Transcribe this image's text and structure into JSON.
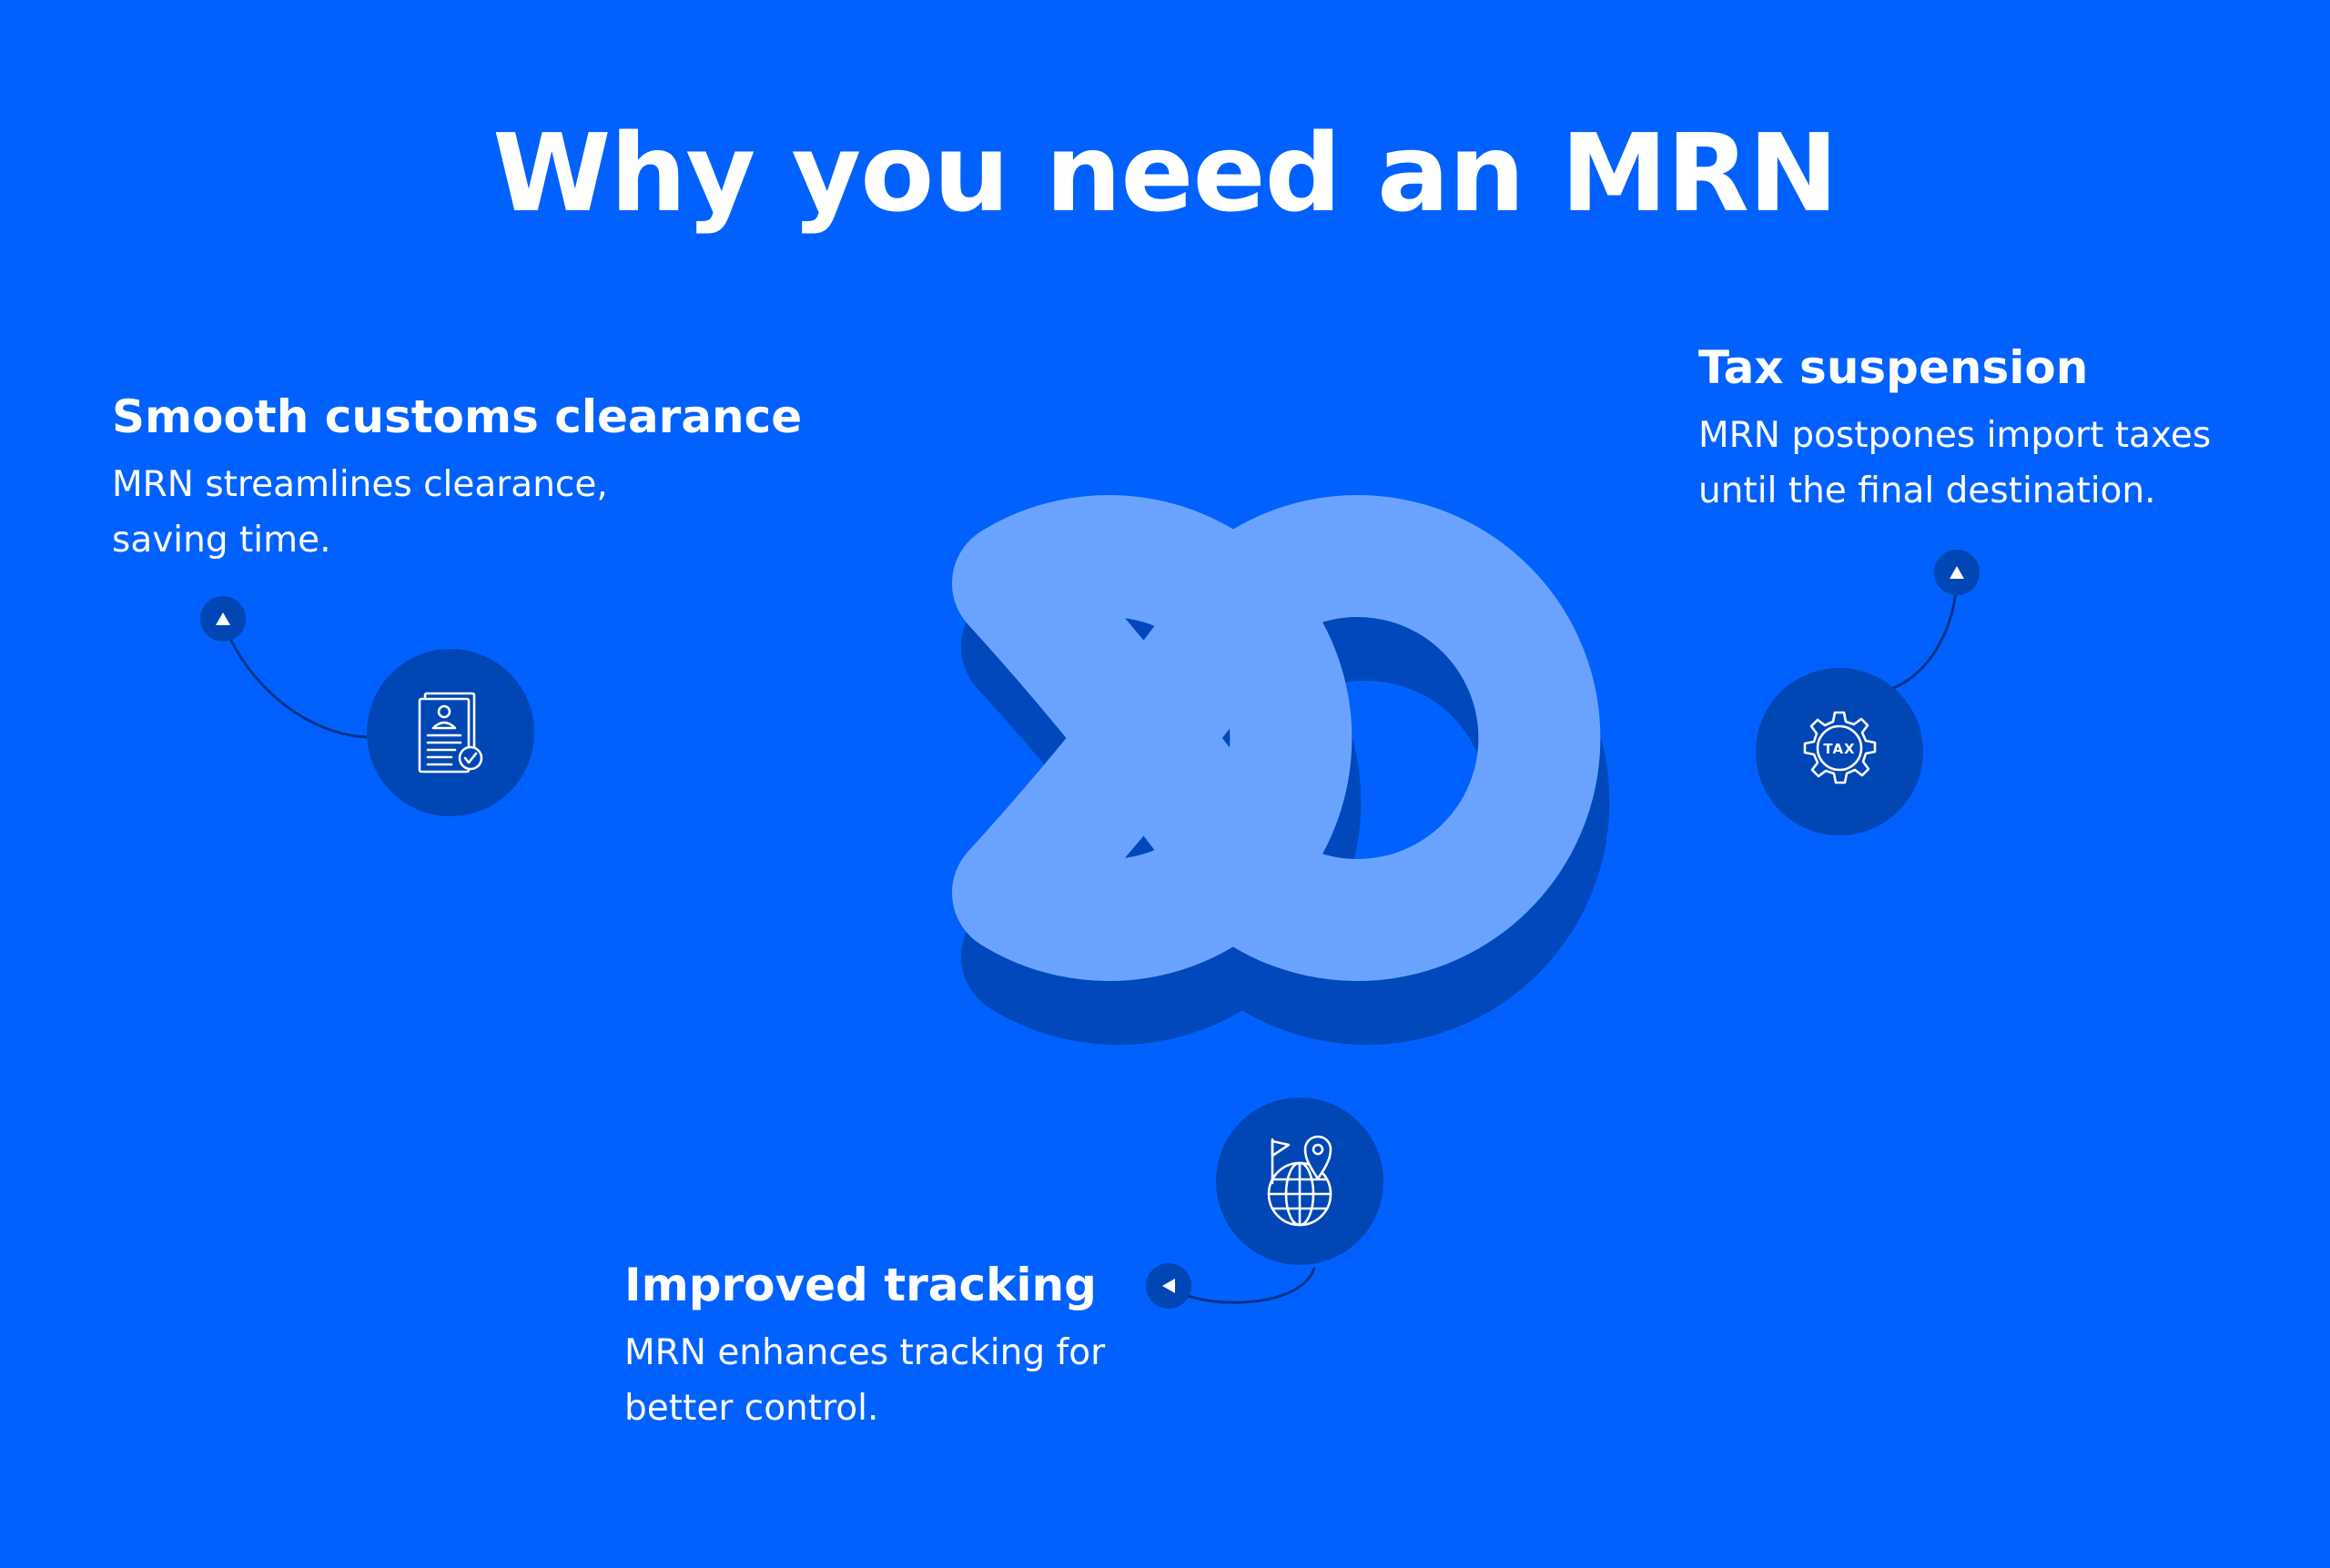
{
  "header": {
    "title": "Why you need an MRN"
  },
  "colors": {
    "background": "#0061FE",
    "loop_light": "#6AA3FF",
    "loop_shadow": "#0048BC",
    "node_fill": "#0046B5",
    "text": "#FFFFFF"
  },
  "benefits": [
    {
      "title": "Smooth customs clearance",
      "description": "MRN streamlines clearance, saving time.",
      "icon": "customs-document-icon"
    },
    {
      "title": "Tax suspension",
      "description": "MRN postpones import taxes until the final destination.",
      "icon": "tax-gear-icon"
    },
    {
      "title": "Improved tracking",
      "description": "MRN enhances tracking for better control.",
      "icon": "globe-location-icon"
    }
  ],
  "tax_icon_text": "TAX"
}
